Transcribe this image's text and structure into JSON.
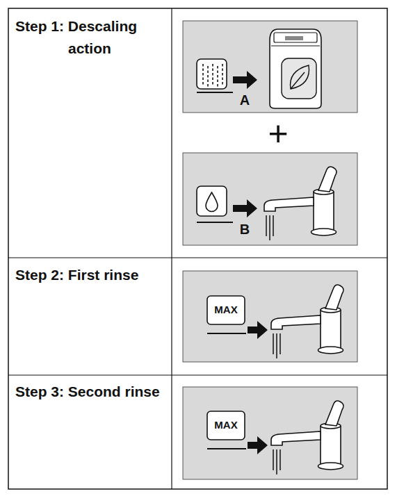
{
  "diagram": {
    "labels": [
      "Step 1: Descaling action",
      "A",
      "+",
      "B",
      "Step 2: First rinse",
      "MAX",
      "Step 3: Second rinse",
      "MAX"
    ]
  }
}
